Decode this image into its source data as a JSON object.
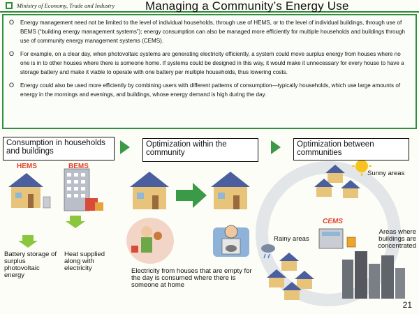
{
  "header": {
    "ministry": "Ministry of Economy, Trade and Industry",
    "title": "Managing a Community’s Energy Use"
  },
  "bullets": [
    "Energy management need not be limited to the level of individual households, through use of HEMS, or to the level of individual buildings, through use of BEMS (“building energy management systems”); energy consumption can also be managed more efficiently for multiple households and buildings through use of community energy management systems (CEMS).",
    "For example, on a clear day, when photovoltaic systems are generating electricity efficiently, a system could move surplus energy from houses where no one is in to other houses where there is someone home. If systems could be designed in this way, it would make it unnecessary for every house to have a storage battery and make it viable to operate with one battery per multiple households, thus lowering costs.",
    "Energy could also be used more efficiently by combining users with different patterns of consumption—typically households, which use large amounts of energy in the mornings and evenings, and buildings, whose energy demand is high during the day."
  ],
  "bullet_symbol": "O",
  "sections": {
    "s1": "Consumption in households and buildings",
    "s2": "Optimization within the community",
    "s3": "Optimization between communities"
  },
  "labels": {
    "hems": "HEMS",
    "bems": "BEMS",
    "battery": "Battery storage of surplus photovoltaic energy",
    "heat": "Heat supplied along with electricity",
    "electricity": "Electricity from houses that are empty for the day is consumed where there is someone at home",
    "sunny": "Sunny areas",
    "rainy": "Rainy areas",
    "cems": "CEMS",
    "buildings": "Areas where buildings are concentrated"
  },
  "page_number": "21"
}
